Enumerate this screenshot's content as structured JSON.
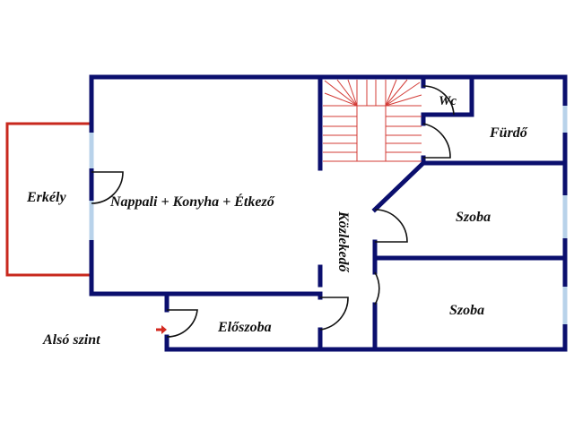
{
  "floor_plan": {
    "level_label": "Alsó szint",
    "rooms": {
      "balcony": "Erkély",
      "living": "Nappali + Konyha + Étkező",
      "wc": "Wc",
      "bathroom": "Fürdő",
      "corridor": "Közlekedő",
      "room1": "Szoba",
      "room2": "Szoba",
      "hall": "Előszoba"
    }
  },
  "colors": {
    "wall": "#0b0f6e",
    "balcony": "#c8281e",
    "window": "#b8d2ea",
    "stairs": "#d33b36",
    "entrance_arrow": "#d32a20"
  }
}
